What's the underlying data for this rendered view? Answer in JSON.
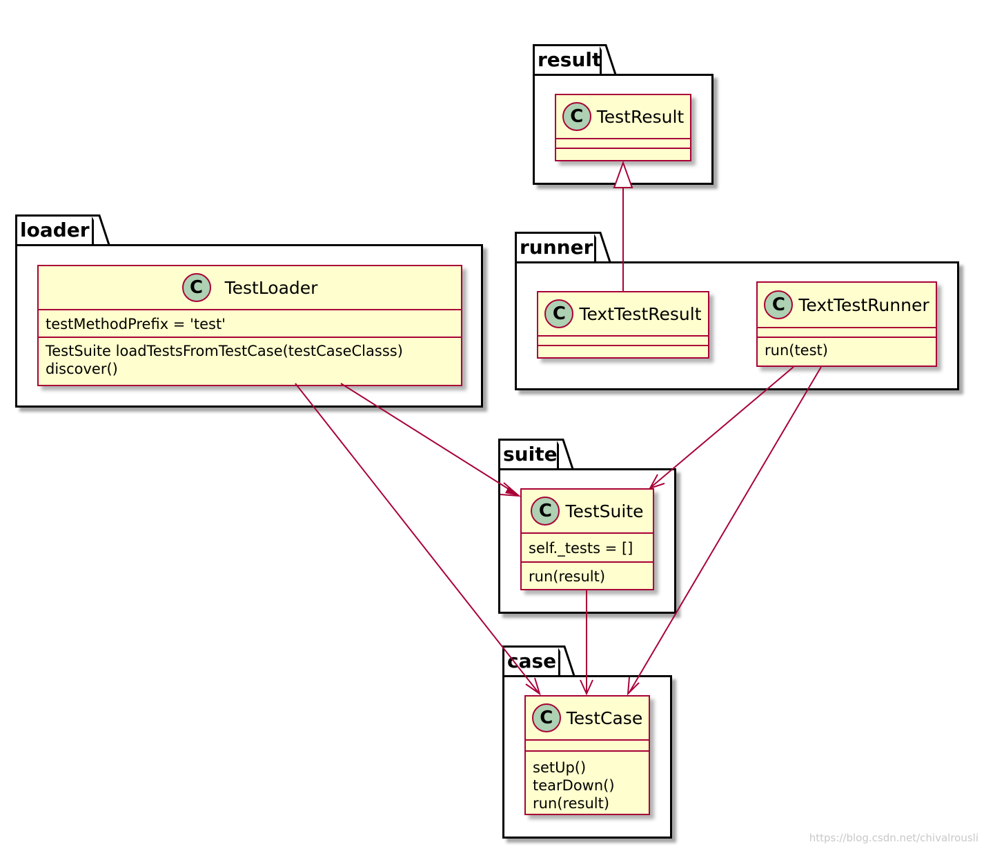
{
  "packages": {
    "result": "result",
    "loader": "loader",
    "runner": "runner",
    "suite": "suite",
    "case": "case"
  },
  "classes": {
    "test_result": {
      "icon": "C",
      "name": "TestResult",
      "fields": [],
      "methods": []
    },
    "test_loader": {
      "icon": "C",
      "name": "TestLoader",
      "fields": [
        "testMethodPrefix = 'test'"
      ],
      "methods": [
        "TestSuite loadTestsFromTestCase(testCaseClasss)",
        "discover()"
      ]
    },
    "text_test_result": {
      "icon": "C",
      "name": "TextTestResult",
      "fields": [],
      "methods": []
    },
    "text_test_runner": {
      "icon": "C",
      "name": "TextTestRunner",
      "fields": [],
      "methods": [
        "run(test)"
      ]
    },
    "test_suite": {
      "icon": "C",
      "name": "TestSuite",
      "fields": [
        "self._tests = []"
      ],
      "methods": [
        "run(result)"
      ]
    },
    "test_case": {
      "icon": "C",
      "name": "TestCase",
      "fields": [],
      "methods": [
        "setUp()",
        "tearDown()",
        "run(result)"
      ]
    }
  },
  "relations": [
    {
      "from": "TextTestResult",
      "to": "TestResult",
      "kind": "inheritance"
    },
    {
      "from": "TestLoader",
      "to": "TestSuite",
      "kind": "dependency"
    },
    {
      "from": "TestLoader",
      "to": "TestCase",
      "kind": "dependency"
    },
    {
      "from": "TextTestRunner",
      "to": "TestSuite",
      "kind": "dependency"
    },
    {
      "from": "TextTestRunner",
      "to": "TestCase",
      "kind": "dependency"
    },
    {
      "from": "TestSuite",
      "to": "TestCase",
      "kind": "dependency"
    }
  ],
  "colors": {
    "class_fill": "#fefece",
    "class_border": "#a80036",
    "icon_fill": "#add1b2",
    "arrow": "#a80036"
  },
  "watermark": "https://blog.csdn.net/chivalrousli"
}
